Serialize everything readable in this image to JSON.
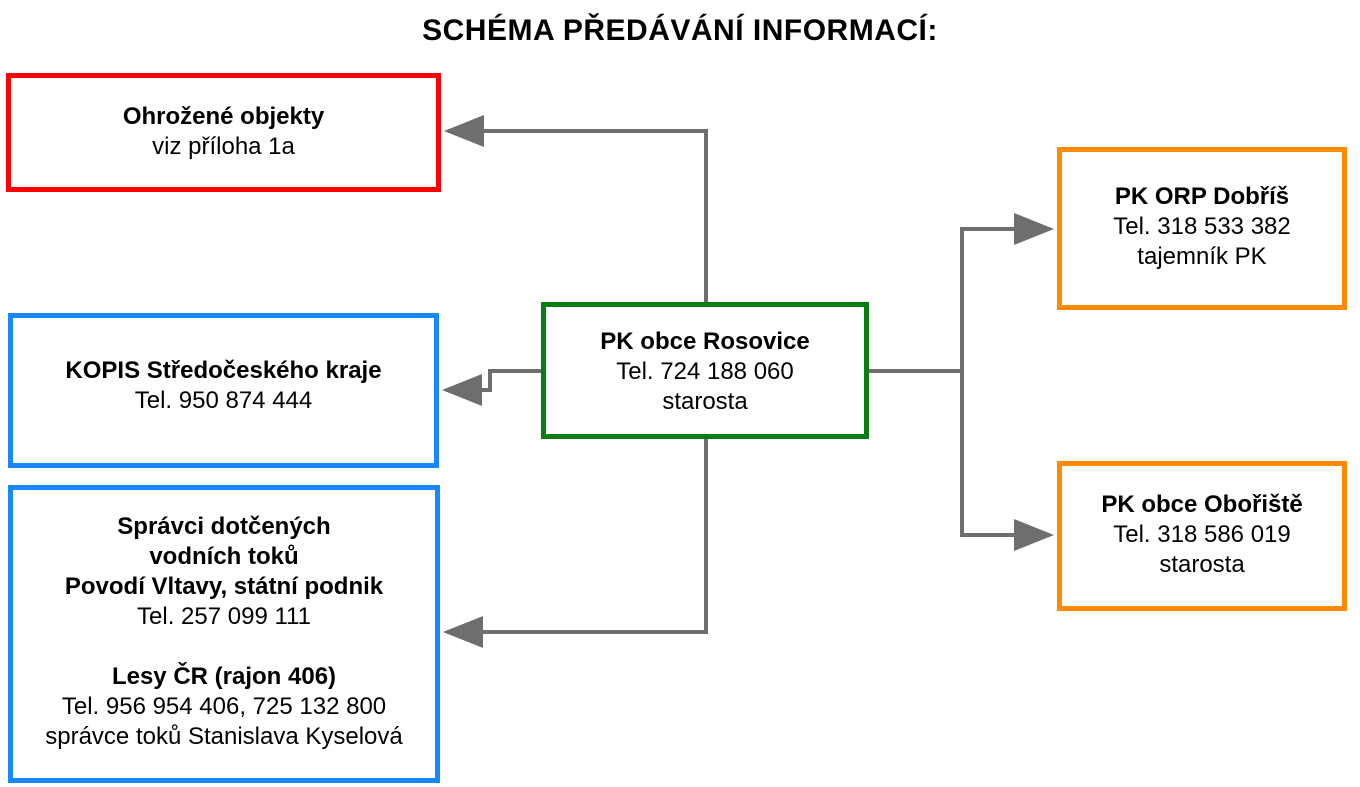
{
  "title": "SCHÉMA PŘEDÁVÁNÍ INFORMACÍ:",
  "colors": {
    "threatened": "#ff0000",
    "authorities": "#1a86ff",
    "center": "#0a7d12",
    "neighbors": "#ff8a00",
    "connector": "#6e6e6e"
  },
  "nodes": {
    "threatened": {
      "name": "Ohrožené objekty",
      "detail": "viz příloha 1a"
    },
    "kopis": {
      "name": "KOPIS Středočeského kraje",
      "phone": "Tel. 950 874 444"
    },
    "water": {
      "name_line1": "Správci dotčených",
      "name_line2": "vodních toků",
      "org": "Povodí Vltavy, státní podnik",
      "org_phone": "Tel. 257 099 111",
      "forest": "Lesy ČR (rajon 406)",
      "forest_phone": "Tel. 956 954 406, 725 132 800",
      "forest_contact": "správce toků Stanislava Kyselová"
    },
    "center": {
      "name": "PK obce Rosovice",
      "phone": "Tel. 724 188 060",
      "role": "starosta"
    },
    "orp": {
      "name": "PK ORP Dobříš",
      "phone": "Tel. 318 533 382",
      "role": "tajemník PK"
    },
    "oboriste": {
      "name": "PK obce Obořiště",
      "phone": "Tel. 318 586 019",
      "role": "starosta"
    }
  },
  "edges": [
    {
      "from": "center",
      "to": "threatened"
    },
    {
      "from": "center",
      "to": "kopis"
    },
    {
      "from": "center",
      "to": "water"
    },
    {
      "from": "center",
      "to": "orp"
    },
    {
      "from": "center",
      "to": "oboriste"
    }
  ]
}
